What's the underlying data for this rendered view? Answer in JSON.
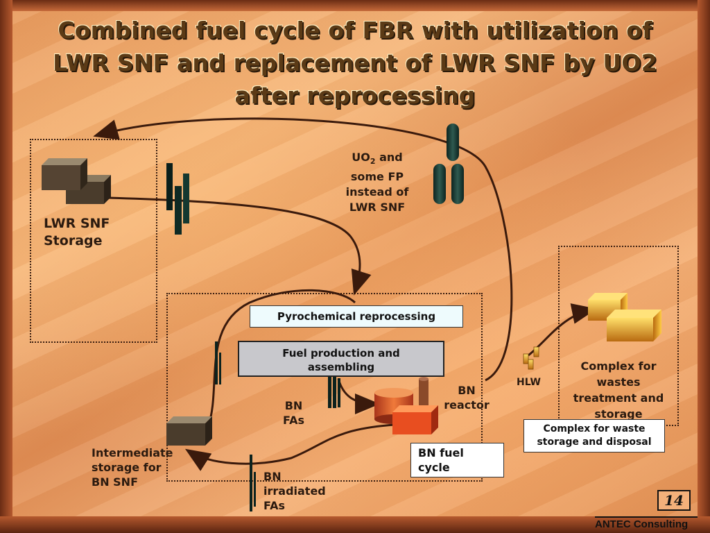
{
  "title": {
    "line1": "Combined fuel cycle of FBR with utilization of",
    "line2": "LWR SNF and replacement of LWR SNF by UO2",
    "line3": "after reprocessing"
  },
  "labels": {
    "lwr_storage_1": "LWR SNF",
    "lwr_storage_2": "Storage",
    "uo2_1": "UO",
    "uo2_sub": "2",
    "uo2_1b": " and",
    "uo2_2": "some  FP",
    "uo2_3": "instead of",
    "uo2_4": "LWR SNF",
    "pyro": "Pyrochemical reprocessing",
    "fuel_prod_1": "Fuel production and",
    "fuel_prod_2": "assembling",
    "bn_fas_1": "BN",
    "bn_fas_2": "FAs",
    "bn_reactor_1": "BN",
    "bn_reactor_2": "reactor",
    "hlw": "HLW",
    "complex_1": "Complex for",
    "complex_2": "wastes",
    "complex_3": "treatment and",
    "complex_4": "storage",
    "waste_disposal_1": "Complex for waste",
    "waste_disposal_2": "storage and disposal",
    "bn_fuel_cycle_1": "BN fuel",
    "bn_fuel_cycle_2": "cycle",
    "intermediate_1": "Intermediate",
    "intermediate_2": "storage for",
    "intermediate_3": "BN SNF",
    "bn_irr_1": "BN",
    "bn_irr_2": "irradiated",
    "bn_irr_3": "FAs"
  },
  "page_number": "14",
  "footer": "ANTEC Consulting"
}
